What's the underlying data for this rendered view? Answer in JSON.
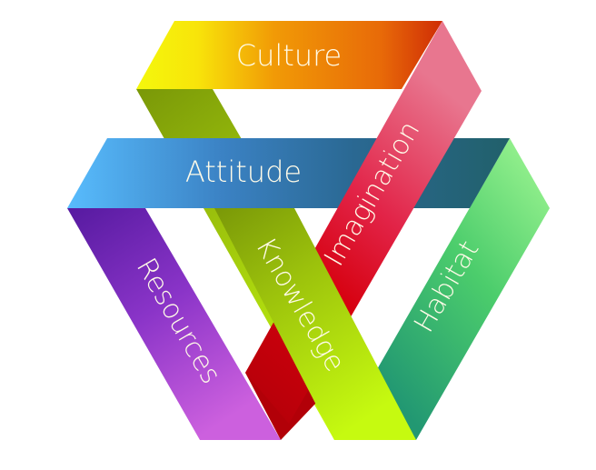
{
  "diagram": {
    "type": "impossible-triangle-ribbons",
    "ribbons": [
      {
        "id": "culture",
        "label": "Culture",
        "colors": [
          "#f6f50a",
          "#f08a06",
          "#d23a08"
        ]
      },
      {
        "id": "attitude",
        "label": "Attitude",
        "colors": [
          "#54b9fb",
          "#3174b0",
          "#236470"
        ]
      },
      {
        "id": "imagination",
        "label": "Imagination",
        "colors": [
          "#e86a8e",
          "#e2163e",
          "#b40008"
        ]
      },
      {
        "id": "resources",
        "label": "Resources",
        "colors": [
          "#5a1ca4",
          "#8a32c6",
          "#c85ddc"
        ]
      },
      {
        "id": "knowledge",
        "label": "Knowledge",
        "colors": [
          "#7b9a08",
          "#a4cc0c",
          "#c4f60e"
        ]
      },
      {
        "id": "habitat",
        "label": "Habitat",
        "colors": [
          "#9ef692",
          "#4acd6c",
          "#249c74"
        ]
      }
    ]
  }
}
